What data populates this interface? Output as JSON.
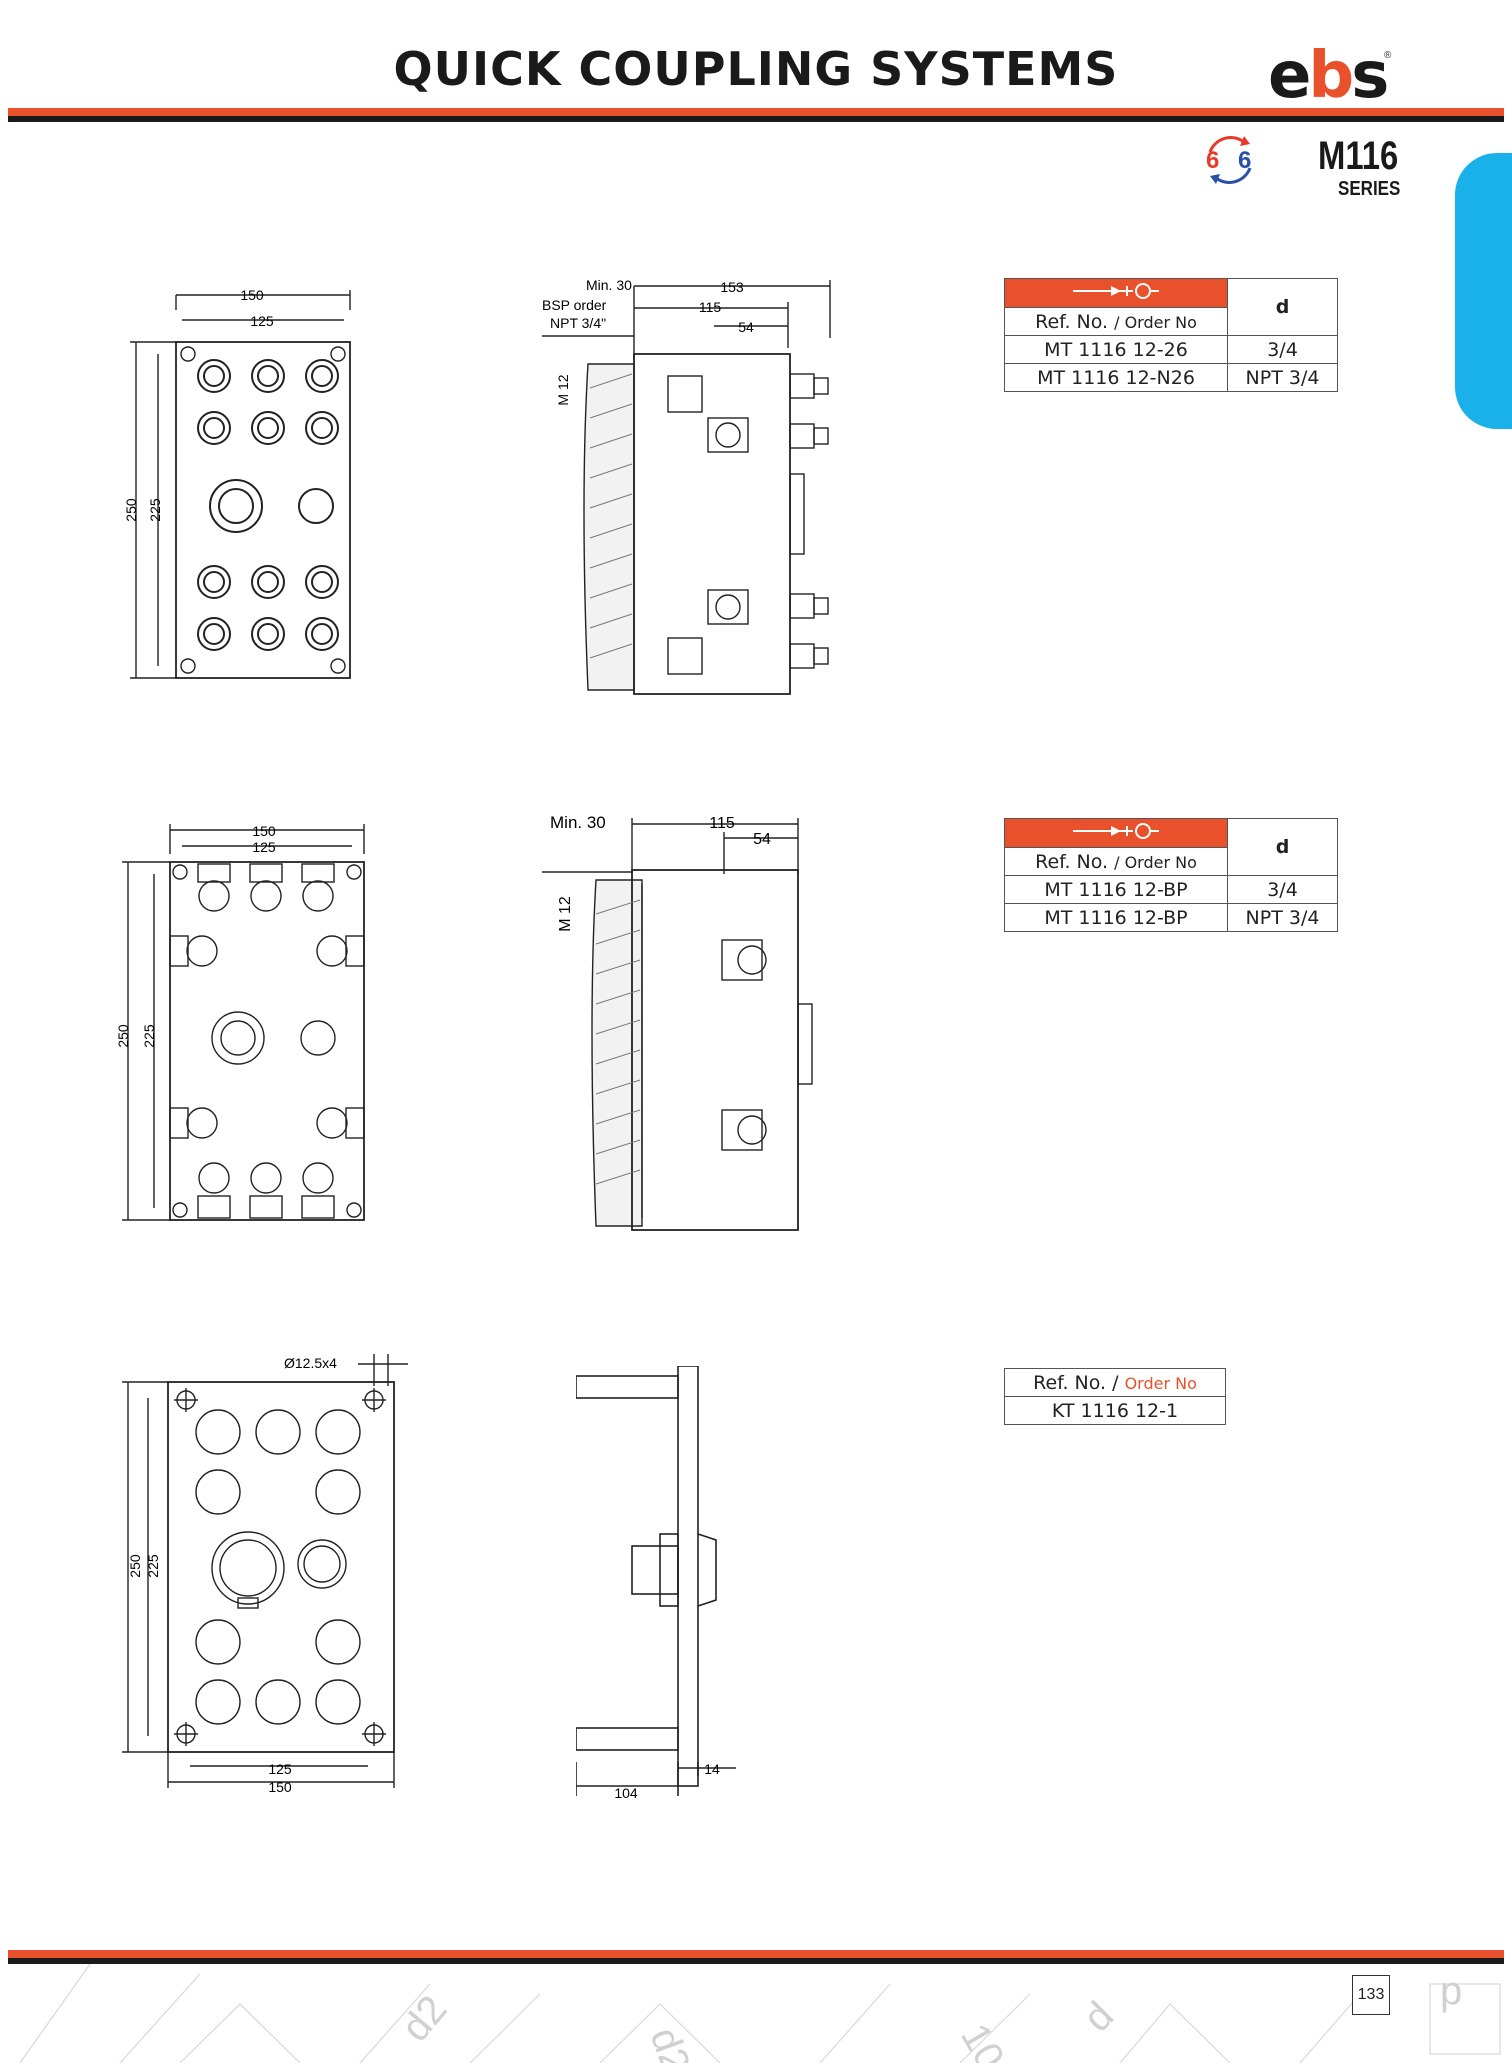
{
  "header": {
    "title": "QUICK COUPLING SYSTEMS",
    "logo_text_a": "e",
    "logo_text_b": "b",
    "logo_text_c": "s",
    "logo_reg": "®",
    "connection_icon": {
      "left": "6",
      "right": "6",
      "colors": [
        "#e83a2a",
        "#2a4fa8"
      ]
    },
    "series_code": "M116",
    "series_label": "SERIES"
  },
  "colors": {
    "accent": "#e8512c",
    "dark": "#1a1a1a",
    "tab": "#1ab0ea"
  },
  "drawing1": {
    "front": {
      "width_outer": "150",
      "width_inner": "125",
      "height_outer": "250",
      "height_inner": "225"
    },
    "side": {
      "min": "Min. 30",
      "bsp": "BSP order",
      "npt": "NPT 3/4\"",
      "d153": "153",
      "d115": "115",
      "d54": "54",
      "m12": "M 12"
    }
  },
  "drawing2": {
    "front": {
      "width_outer": "150",
      "width_inner": "125",
      "height_outer": "250",
      "height_inner": "225"
    },
    "side": {
      "min": "Min. 30",
      "d115": "115",
      "d54": "54",
      "m12": "M 12"
    }
  },
  "drawing3": {
    "front": {
      "hole": "Ø12.5x4",
      "width_inner": "125",
      "width_outer": "150",
      "height_outer": "250",
      "height_inner": "225"
    },
    "side": {
      "d14": "14",
      "d104": "104"
    }
  },
  "table1": {
    "ref_label": "Ref. No.",
    "order_label": "/ Order No",
    "d_label": "d",
    "rows": [
      {
        "ref": "MT 1116 12-26",
        "d": "3/4"
      },
      {
        "ref": "MT 1116 12-N26",
        "d": "NPT 3/4"
      }
    ]
  },
  "table2": {
    "ref_label": "Ref. No.",
    "order_label": "/ Order No",
    "d_label": "d",
    "rows": [
      {
        "ref": "MT 1116 12-BP",
        "d": "3/4"
      },
      {
        "ref": "MT 1116 12-BP",
        "d": "NPT 3/4"
      }
    ]
  },
  "table3": {
    "ref_label": "Ref. No. /",
    "order_label": "Order No",
    "rows": [
      {
        "ref": "KT 1116 12-1"
      }
    ]
  },
  "footer": {
    "page_number": "133",
    "watermark": [
      "d2",
      "d2",
      "10",
      "d",
      "p"
    ]
  }
}
